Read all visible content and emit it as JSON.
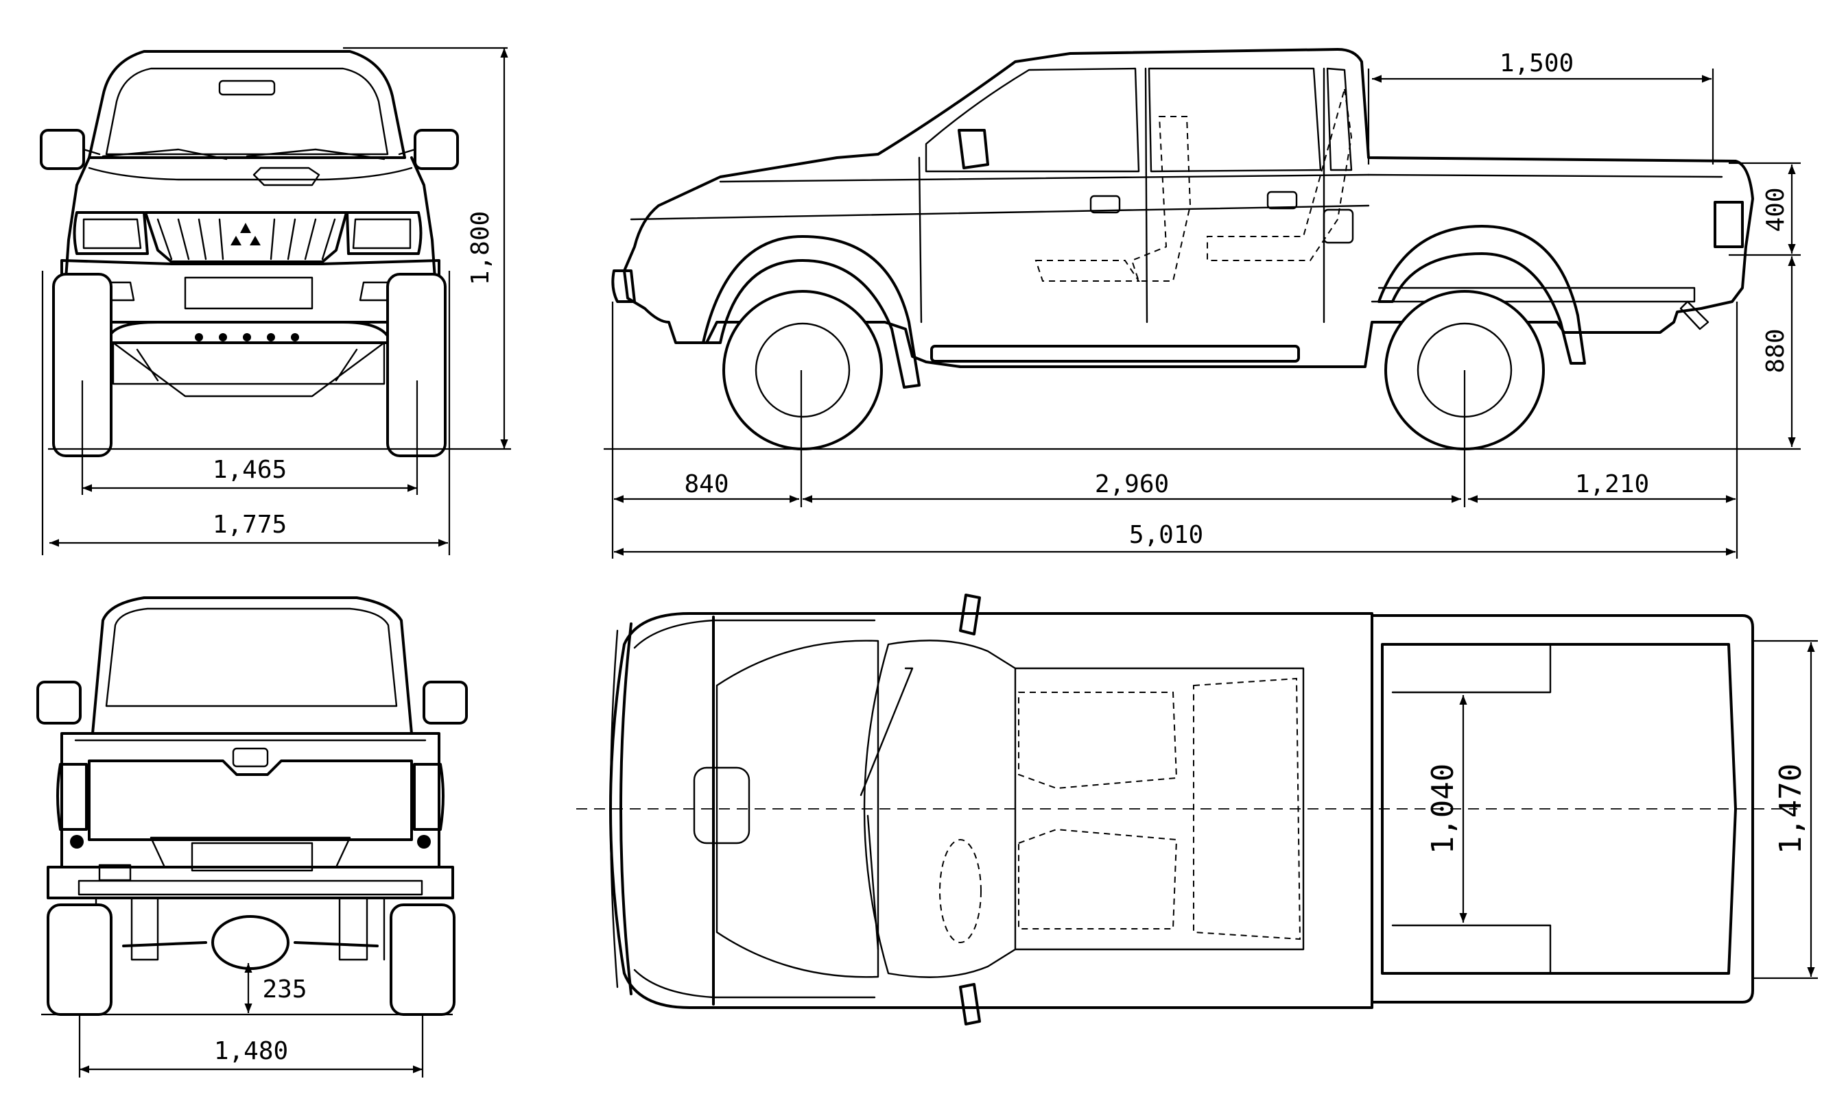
{
  "front_view": {
    "track_width": "1,465",
    "overall_width": "1,775",
    "overall_height": "1,800"
  },
  "side_view": {
    "front_overhang": "840",
    "wheelbase": "2,960",
    "rear_overhang": "1,210",
    "overall_length": "5,010",
    "bed_length": "1,500",
    "bed_depth": "400",
    "tailgate_height": "880"
  },
  "rear_view": {
    "ground_clearance": "235",
    "rear_track": "1,480"
  },
  "top_view": {
    "bed_width_between_arches": "1,040",
    "bed_width": "1,470"
  }
}
